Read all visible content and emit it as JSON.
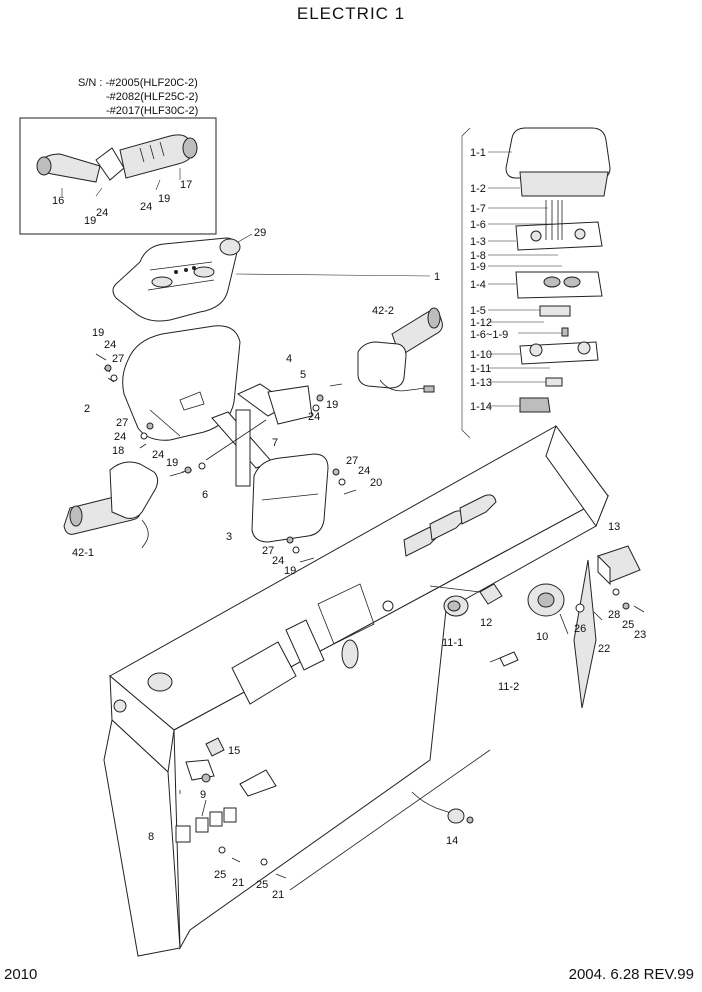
{
  "title": "ELECTRIC 1",
  "serial_note": {
    "line1": "S/N : -#2005(HLF20C-2)",
    "line2": "-#2082(HLF25C-2)",
    "line3": "-#2017(HLF30C-2)"
  },
  "footer": {
    "page_number": "2010",
    "revision": "2004. 6.28 REV.99"
  },
  "callouts": {
    "c1": "1",
    "c1_1": "1-1",
    "c1_2": "1-2",
    "c1_7": "1-7",
    "c1_6": "1-6",
    "c1_3": "1-3",
    "c1_8": "1-8",
    "c1_9": "1-9",
    "c1_4": "1-4",
    "c1_5": "1-5",
    "c1_12": "1-12",
    "c1_6_9": "1-6~1-9",
    "c1_10": "1-10",
    "c1_11": "1-11",
    "c1_13": "1-13",
    "c1_14": "1-14",
    "c2": "2",
    "c3": "3",
    "c4": "4",
    "c5": "5",
    "c6": "6",
    "c7": "7",
    "c8": "8",
    "c9": "9",
    "c10": "10",
    "c11_1": "11-1",
    "c11_2": "11-2",
    "c12": "12",
    "c13": "13",
    "c14": "14",
    "c15": "15",
    "c16": "16",
    "c17": "17",
    "c18": "18",
    "c19a": "19",
    "c19b": "19",
    "c19c": "19",
    "c19d": "19",
    "c19e": "19",
    "c19f": "19",
    "c20": "20",
    "c21a": "21",
    "c21b": "21",
    "c22": "22",
    "c23": "23",
    "c24a": "24",
    "c24b": "24",
    "c24c": "24",
    "c24d": "24",
    "c24e": "24",
    "c24f": "24",
    "c24g": "24",
    "c24h": "24",
    "c25a": "25",
    "c25b": "25",
    "c25c": "25",
    "c26": "26",
    "c27a": "27",
    "c27b": "27",
    "c27c": "27",
    "c27d": "27",
    "c28": "28",
    "c29": "29",
    "c42_1": "42-1",
    "c42_2": "42-2"
  }
}
